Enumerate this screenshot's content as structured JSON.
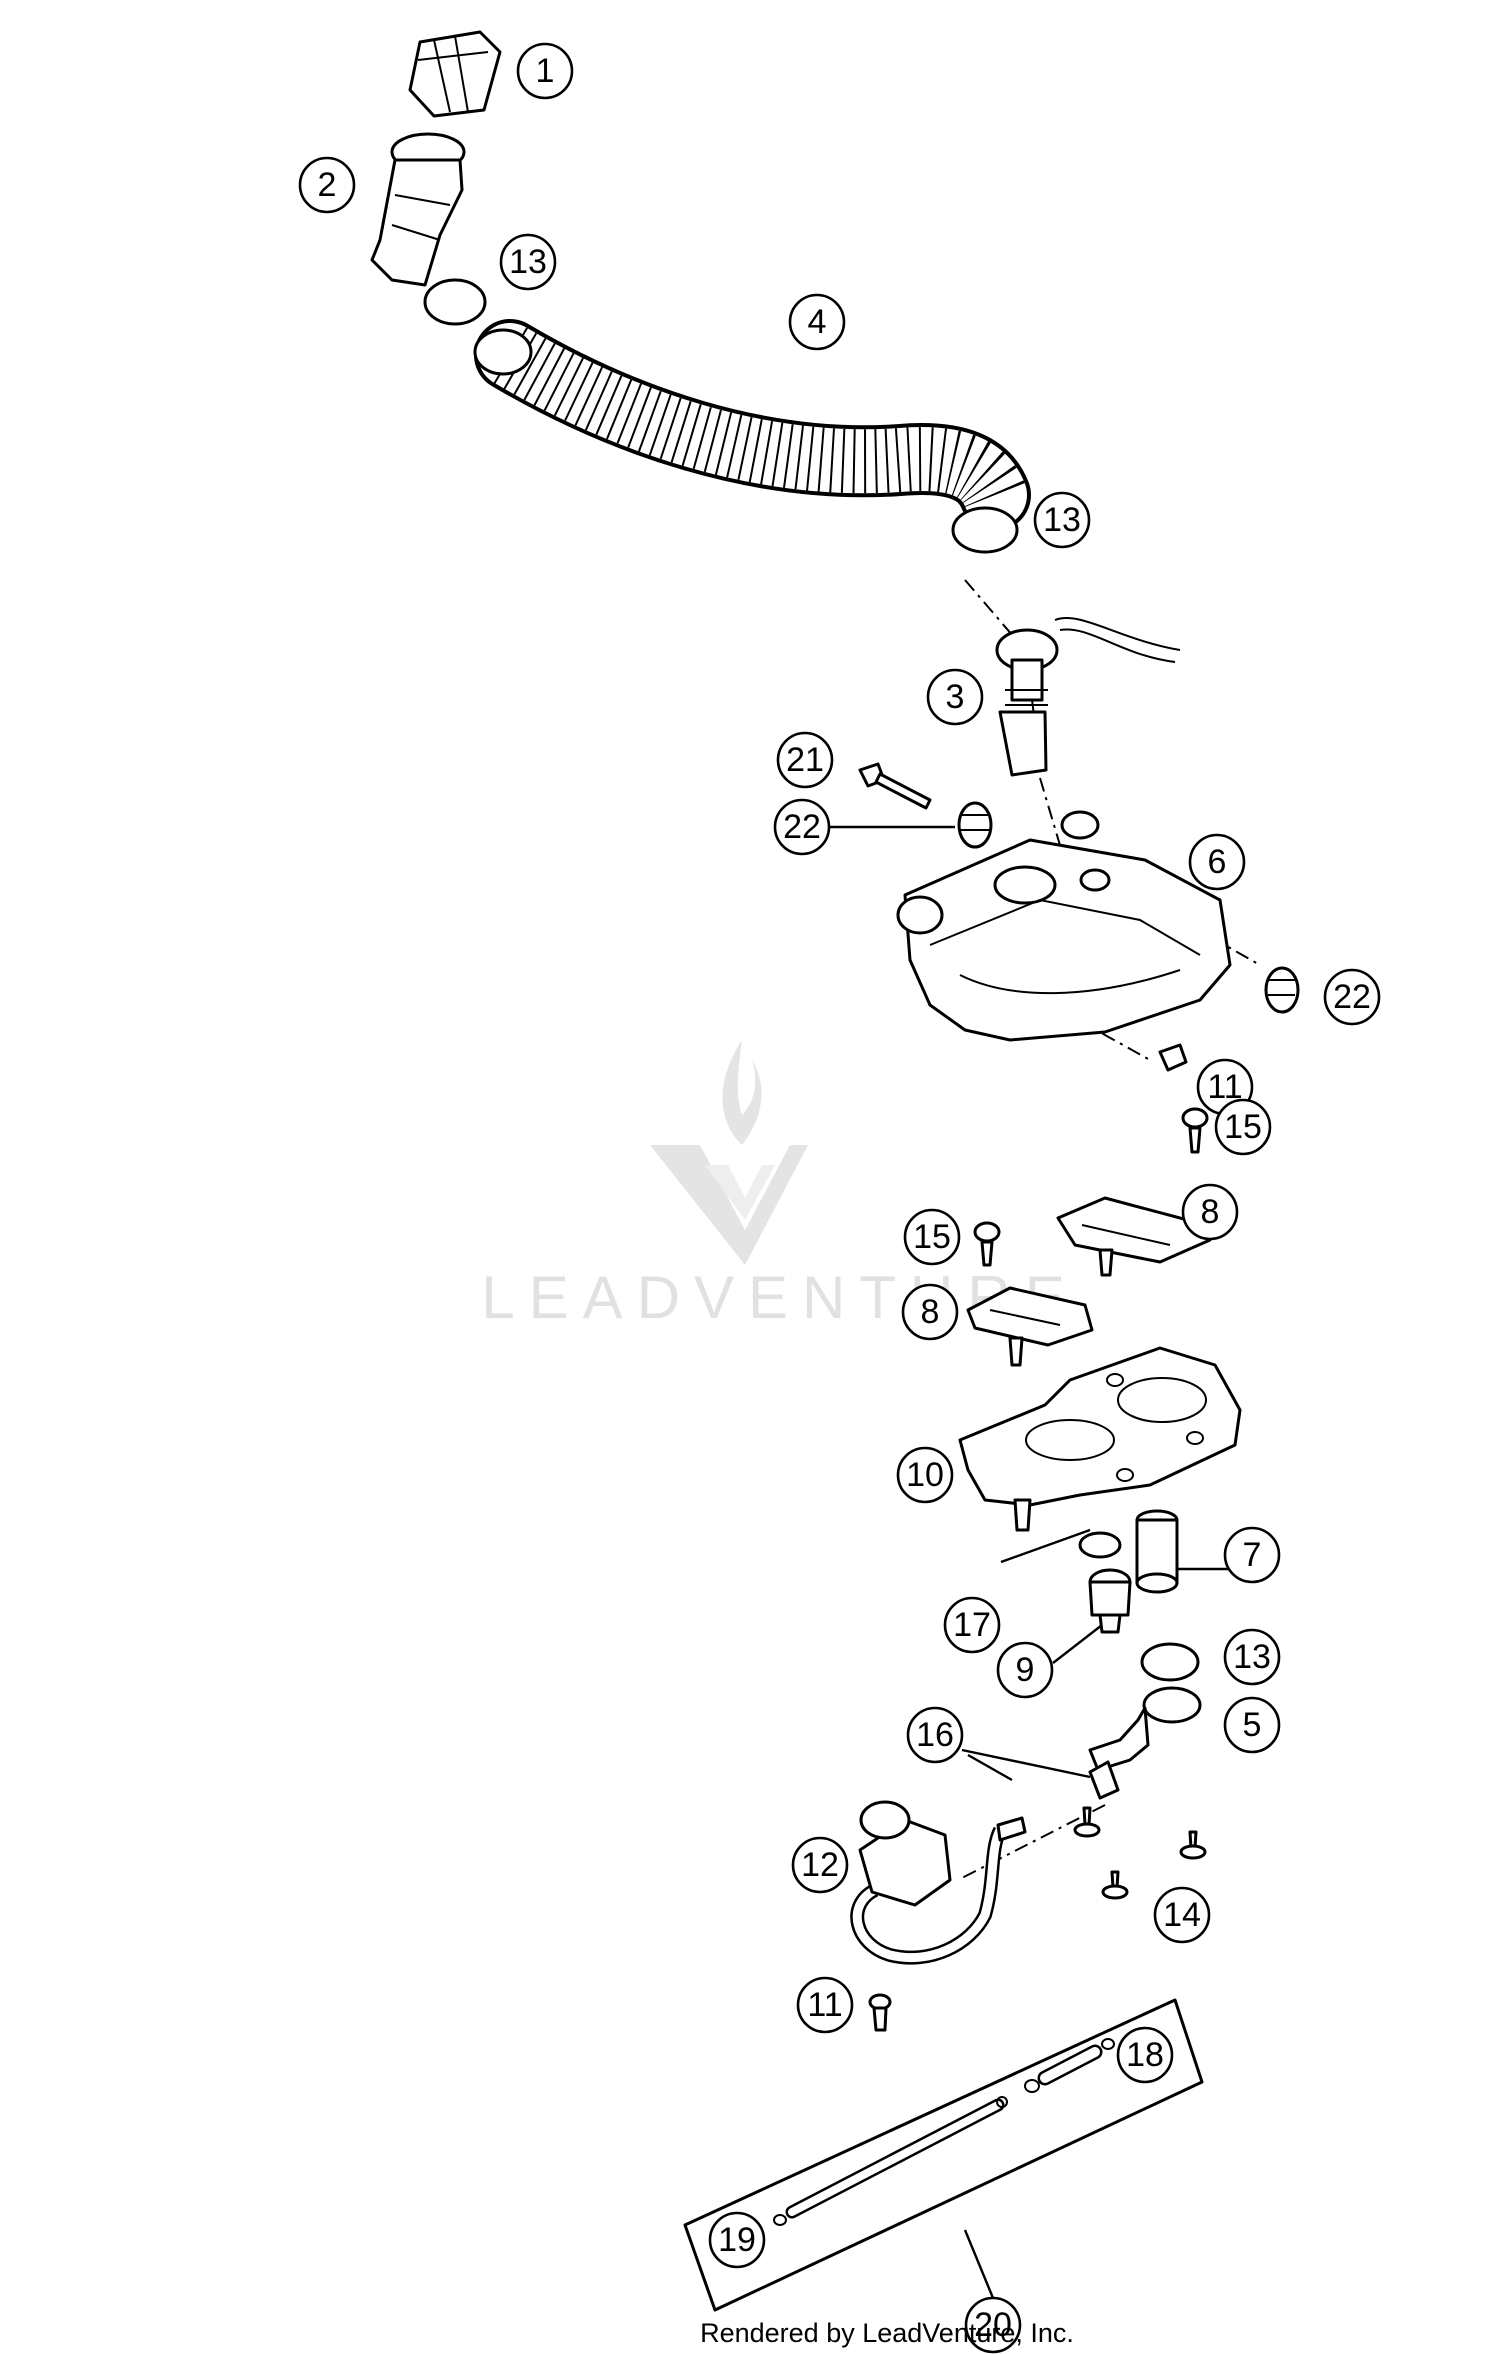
{
  "watermark": {
    "text": "LEADVENTURE"
  },
  "credit": "Rendered by LeadVenture, Inc.",
  "callouts": [
    "1",
    "2",
    "13",
    "4",
    "13",
    "3",
    "21",
    "22",
    "6",
    "22",
    "11",
    "15",
    "8",
    "15",
    "8",
    "10",
    "7",
    "17",
    "9",
    "13",
    "5",
    "16",
    "12",
    "14",
    "11",
    "18",
    "19",
    "20"
  ],
  "colors": {
    "line": "#000000",
    "background": "#ffffff",
    "watermark": "#e1e1e1"
  }
}
